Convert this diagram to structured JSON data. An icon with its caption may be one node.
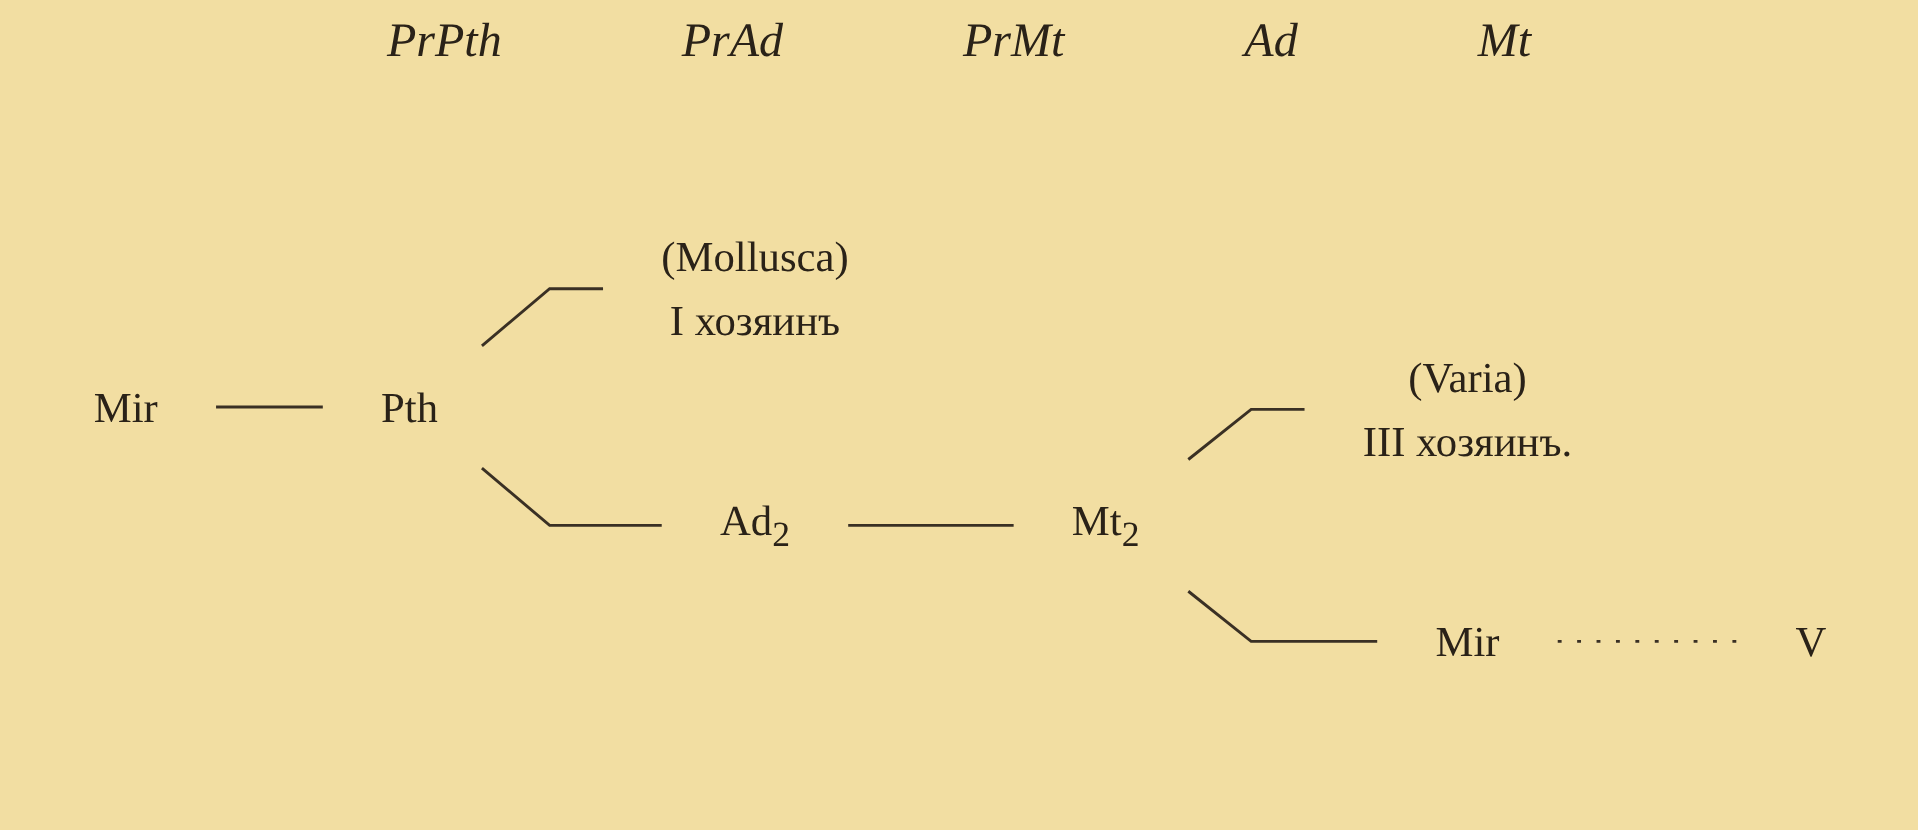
{
  "diagram": {
    "nodes": [
      {
        "text": [
          "Mir"
        ]
      },
      {
        "text": [
          "Pth"
        ]
      },
      {
        "text": [
          "(Mollusca)",
          "I хозяинъ"
        ]
      },
      {
        "text": [
          "Ad$_{2}$"
        ]
      },
      {
        "text": [
          "Mt$_{2}$"
        ]
      },
      {
        "text": [
          "(Varia)",
          "III хозяинъ."
        ]
      },
      {
        "text": [
          "Mir"
        ]
      },
      {
        "text": [
          "V"
        ]
      }
    ],
    "edges": [
      {
        "from": 0,
        "to": 1,
        "arrow": "none"
      },
      {
        "from": 1,
        "to": 2,
        "arrow": "none"
      },
      {
        "from": 1,
        "to": 3,
        "arrow": "none"
      },
      {
        "from": 3,
        "to": 4,
        "arrow": "none"
      },
      {
        "from": 4,
        "to": 5,
        "arrow": "none"
      },
      {
        "from": 4,
        "to": 6,
        "arrow": "none"
      },
      {
        "from": 6,
        "to": 7,
        "arrow": "none",
        "style": "dashed"
      }
    ],
    "labels": [
      "PrPth",
      "PrAd",
      "PrMt",
      "Ad",
      "Mt"
    ]
  }
}
